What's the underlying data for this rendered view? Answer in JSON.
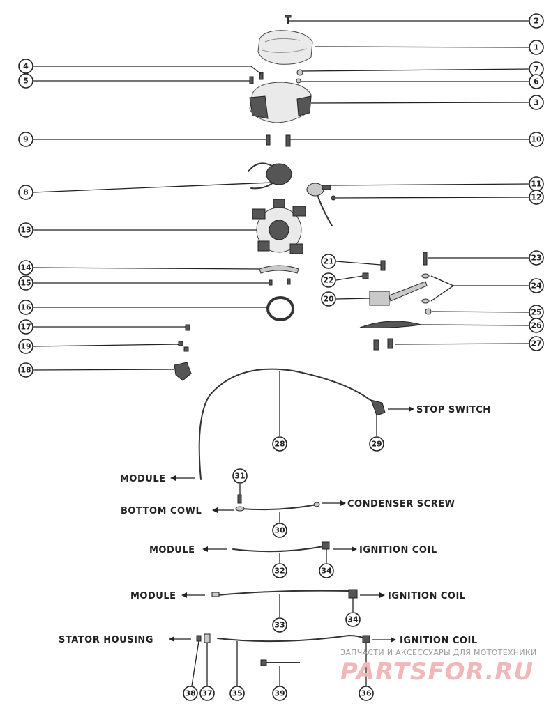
{
  "callouts": {
    "c1": "1",
    "c2": "2",
    "c3": "3",
    "c4": "4",
    "c5": "5",
    "c6": "6",
    "c7": "7",
    "c8": "8",
    "c9": "9",
    "c10": "10",
    "c11": "11",
    "c12": "12",
    "c13": "13",
    "c14": "14",
    "c15": "15",
    "c16": "16",
    "c17": "17",
    "c18": "18",
    "c19": "19",
    "c20": "20",
    "c21": "21",
    "c22": "22",
    "c23": "23",
    "c24": "24",
    "c25": "25",
    "c26": "26",
    "c27": "27",
    "c28": "28",
    "c29": "29",
    "c30": "30",
    "c31": "31",
    "c32": "32",
    "c33": "33",
    "c34a": "34",
    "c34b": "34",
    "c35": "35",
    "c36": "36",
    "c37": "37",
    "c38": "38",
    "c39": "39"
  },
  "destinations": {
    "stop_switch": "STOP SWITCH",
    "module_1": "MODULE",
    "bottom_cowl": "BOTTOM COWL",
    "condenser_screw": "CONDENSER SCREW",
    "module_2": "MODULE",
    "ignition_coil_1": "IGNITION COIL",
    "module_3": "MODULE",
    "ignition_coil_2": "IGNITION COIL",
    "stator_housing": "STATOR HOUSING",
    "ignition_coil_3": "IGNITION COIL"
  },
  "watermark": {
    "tagline": "ЗАПЧАСТИ И АКСЕССУАРЫ ДЛЯ МОТОТЕХНИКИ",
    "logo": "PARTSFOR.RU"
  }
}
